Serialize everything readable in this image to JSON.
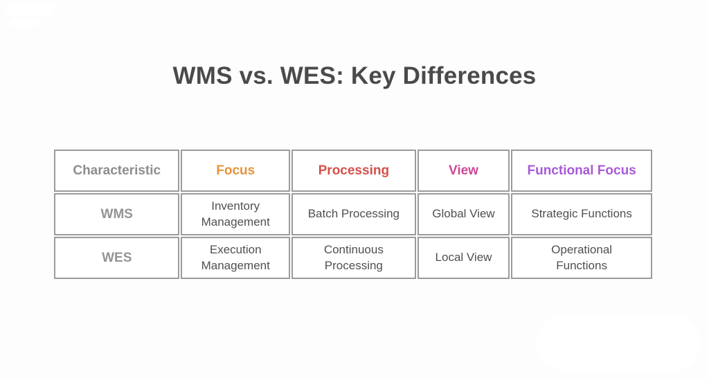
{
  "title": "WMS vs. WES: Key Differences",
  "colors": {
    "background": "#fdfdfd",
    "table_border": "#9b9b9b",
    "title_text": "#4a4a4a",
    "body_text": "#4f4f4f",
    "row_header_text": "#949494",
    "watermark": "#ffffff"
  },
  "table": {
    "columns": [
      {
        "label": "Characteristic",
        "color": "#8d8d8d"
      },
      {
        "label": "Focus",
        "color": "#e5943c"
      },
      {
        "label": "Processing",
        "color": "#d5504a"
      },
      {
        "label": "View",
        "color": "#cf4795"
      },
      {
        "label": "Functional Focus",
        "color": "#a85ad8"
      }
    ],
    "rows": [
      {
        "name": "WMS",
        "cells": [
          "Inventory\nManagement",
          "Batch Processing",
          "Global View",
          "Strategic Functions"
        ]
      },
      {
        "name": "WES",
        "cells": [
          "Execution\nManagement",
          "Continuous\nProcessing",
          "Local View",
          "Operational\nFunctions"
        ]
      }
    ]
  },
  "chart_data": {
    "type": "table",
    "title": "WMS vs. WES: Key Differences",
    "columns": [
      "Characteristic",
      "Focus",
      "Processing",
      "View",
      "Functional Focus"
    ],
    "rows": [
      [
        "WMS",
        "Inventory Management",
        "Batch Processing",
        "Global View",
        "Strategic Functions"
      ],
      [
        "WES",
        "Execution Management",
        "Continuous Processing",
        "Local View",
        "Operational Functions"
      ]
    ],
    "column_header_colors": [
      "#8d8d8d",
      "#e5943c",
      "#d5504a",
      "#cf4795",
      "#a85ad8"
    ],
    "legend_position": "none",
    "grid": true
  }
}
